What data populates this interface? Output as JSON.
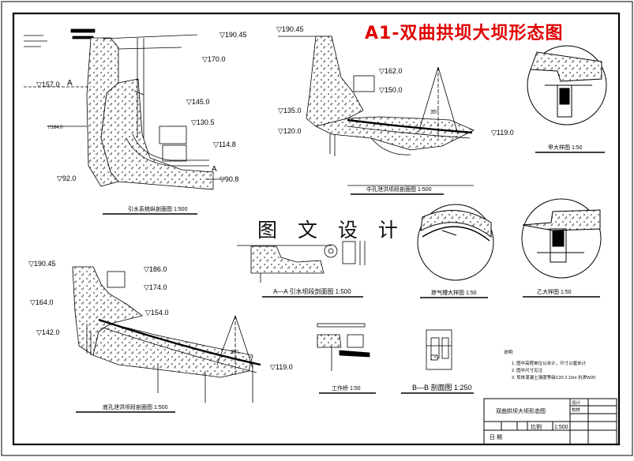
{
  "title": "A1-双曲拱坝大坝形态图",
  "watermark": "图 文 设 计",
  "elevations": {
    "top_left": [
      "▽190.45",
      "▽170.0",
      "▽157.0",
      "▽145.0",
      "▽130.5",
      "▽114.8",
      "▽92.0",
      "▽90.8",
      "▽164.0"
    ],
    "top_mid": [
      "▽190.45",
      "▽162.0",
      "▽150.0",
      "▽135.0",
      "▽120.0",
      "▽119.0"
    ],
    "bottom_left": [
      "▽190.45",
      "▽186.0",
      "▽174.0",
      "▽164.0",
      "▽154.0",
      "▽142.0",
      "▽119.0"
    ]
  },
  "section_marks": {
    "a_left": "A",
    "a_right": "A"
  },
  "angles": {
    "top": "35°",
    "bottom": "35°"
  },
  "captions": {
    "c1": "引水系统纵剖面图 1:500",
    "c2": "中孔泄洪坝段剖面图 1:500",
    "c3": "底孔泄洪坝段剖面图 1:500",
    "c4": "A—A 引水坝段剖面图 1:500",
    "c5": "掺气槽大样图 1:50",
    "c6": "乙大样图 1:50",
    "c7": "甲大样图 1:50",
    "c8": "工作桥 1:50",
    "c9": "B—B 剖面图 1:250"
  },
  "notes": {
    "heading": "说明:",
    "n1": "1. 图中高程单位以米计，尺寸以厘米计",
    "n2": "2. 图中尺寸见注",
    "n3": "3. 坝体混凝土强度等级C20 2.10m 抗渗W20"
  },
  "title_block": {
    "drawing_name": "双曲拱坝大坝形态图",
    "design": "设计",
    "check": "校核",
    "scale_label": "比例",
    "scale_value": "1:500",
    "date_label": "日 期"
  },
  "colors": {
    "title": "#e00000",
    "line": "#000000"
  }
}
